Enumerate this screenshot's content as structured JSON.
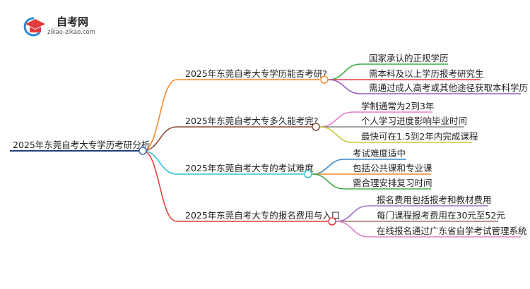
{
  "logo": {
    "title": "自考网",
    "subtitle": "zikao-zikao.com"
  },
  "root": {
    "label": "2025年东莞自考大专学历考研分析",
    "color": "#1f3f7a"
  },
  "branches": [
    {
      "label": "2025年东莞自考大专学历能否考研?",
      "color": "#f08a2a",
      "leaves": [
        {
          "label": "国家承认的正规学历",
          "color": "#3cb043"
        },
        {
          "label": "需本科及以上学历报考研究生",
          "color": "#e03c3c"
        },
        {
          "label": "需通过成人高考或其他途径获取本科学历",
          "color": "#9c5fc8"
        }
      ]
    },
    {
      "label": "2025年东莞自考大专多久能考完?",
      "color": "#8a4a3a",
      "leaves": [
        {
          "label": "学制通常为2到3年",
          "color": "#e87ac8"
        },
        {
          "label": "个人学习进度影响毕业时间",
          "color": "#888888"
        },
        {
          "label": "最快可在1.5到2年内完成课程",
          "color": "#c8c83c"
        }
      ]
    },
    {
      "label": "2025年东莞自考大专的考试难度",
      "color": "#2ec4d8",
      "leaves": [
        {
          "label": "考试难度适中",
          "color": "#3a8ac8"
        },
        {
          "label": "包括公共课和专业课",
          "color": "#f08a2a"
        },
        {
          "label": "需合理安排复习时间",
          "color": "#3cb043"
        }
      ]
    },
    {
      "label": "2025年东莞自考大专的报名费用与入口",
      "color": "#e03c3c",
      "leaves": [
        {
          "label": "报名费用包括报考和教材费用",
          "color": "#a070c8"
        },
        {
          "label": "每门课程报考费用在30元至52元",
          "color": "#a07070"
        },
        {
          "label": "在线报名通过广东省自学考试管理系统",
          "color": "#e080c8"
        }
      ]
    }
  ]
}
